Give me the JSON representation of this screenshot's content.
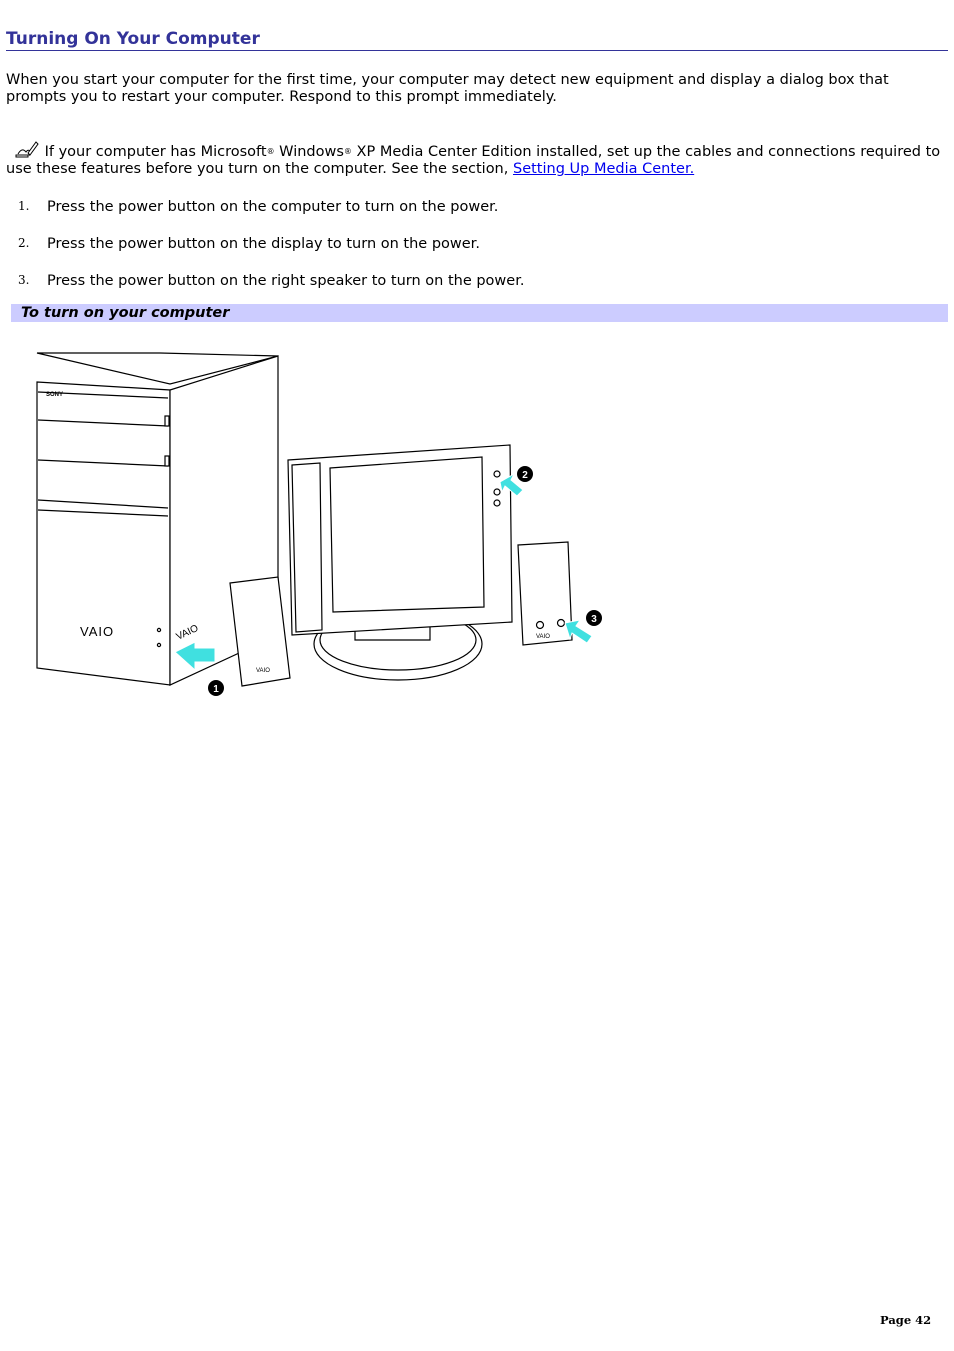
{
  "title": "Turning On Your Computer",
  "intro": "When you start your computer for the first time, your computer may detect new equipment and display a dialog box that prompts you to restart your computer. Respond to this prompt immediately.",
  "note": {
    "icon": "note-pencil-icon",
    "text_before": " If your computer has Microsoft",
    "reg1": "®",
    "text_mid": " Windows",
    "reg2": "®",
    "text_after": " XP Media Center Edition installed, set up the cables and connections required to use these features before you turn on the computer. See the section, ",
    "link_text": "Setting Up Media Center."
  },
  "steps": [
    {
      "num": "1.",
      "text": "Press the power button on the computer to turn on the power."
    },
    {
      "num": "2.",
      "text": "Press the power button on the display to turn on the power."
    },
    {
      "num": "3.",
      "text": "Press the power button on the right speaker to turn on the power."
    }
  ],
  "section_heading": "To turn on your computer",
  "figure": {
    "brand_text": "SONY",
    "logo_text": "VAIO",
    "callouts": [
      "1",
      "2",
      "3"
    ],
    "arrow_color": "#40e0e0"
  },
  "page_number": "Page 42"
}
